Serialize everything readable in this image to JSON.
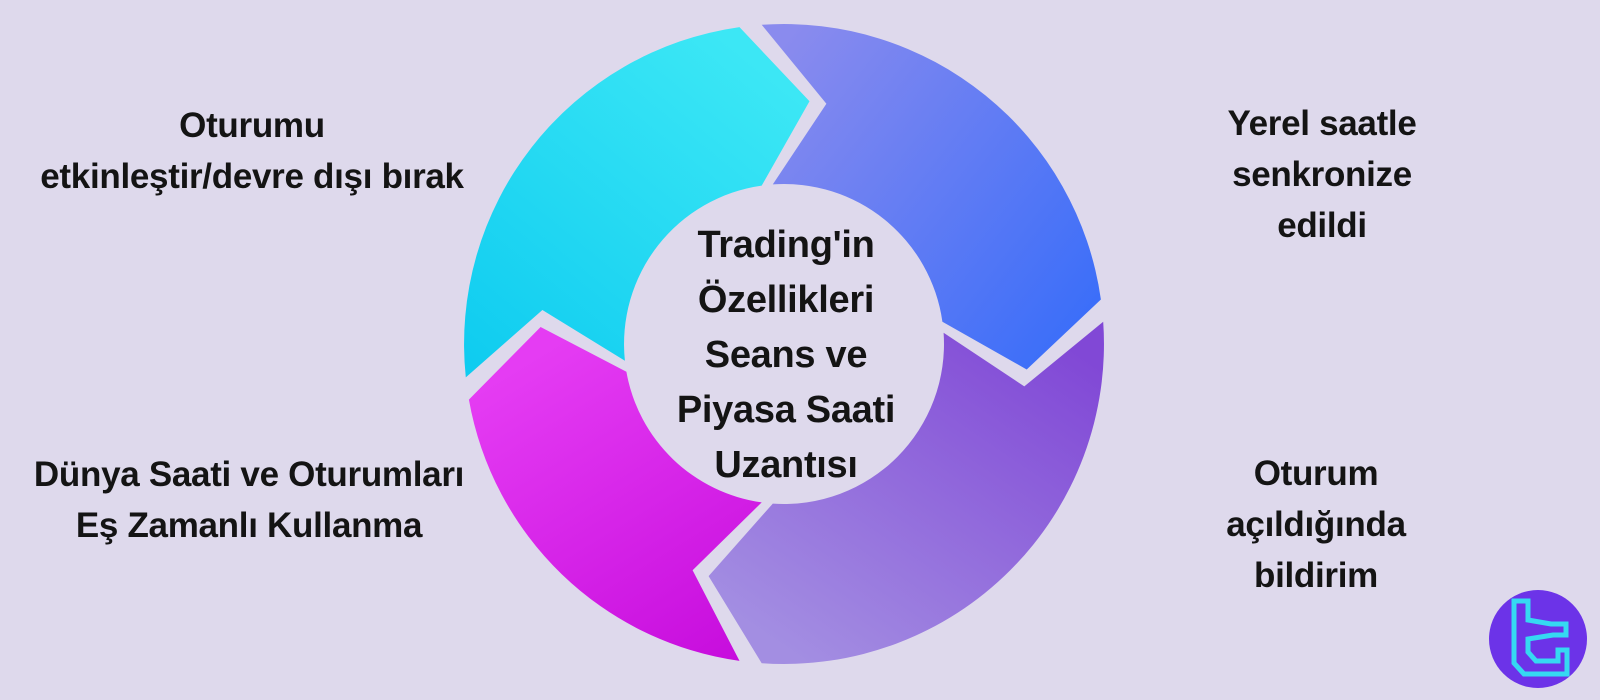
{
  "colors": {
    "background": "#ded9ec",
    "text": "#141414",
    "logo_circle": "#6c33e8",
    "logo_glyph": "#35d9f2"
  },
  "center": {
    "text": "Trading'in\nÖzellikleri\nSeans ve\nPiyasa Saati\nUzantısı"
  },
  "segments": [
    {
      "position": "top-left",
      "label": "Oturumu\netkinleştir/devre dışı bırak",
      "gradient": {
        "from": "#3ce7f5",
        "to": "#0fccf0"
      }
    },
    {
      "position": "top-right",
      "label": "Yerel saatle\nsenkronize edildi",
      "gradient": {
        "from": "#8a8bee",
        "to": "#3b6ef9"
      }
    },
    {
      "position": "bottom-right",
      "label": "Oturum açıldığında\nbildirim",
      "gradient": {
        "from": "#8148d6",
        "to": "#a38ee2"
      }
    },
    {
      "position": "bottom-left",
      "label": "Dünya Saati ve Oturumları\nEş Zamanlı Kullanma",
      "gradient": {
        "from": "#e53cf3",
        "to": "#c70ddd"
      }
    }
  ]
}
